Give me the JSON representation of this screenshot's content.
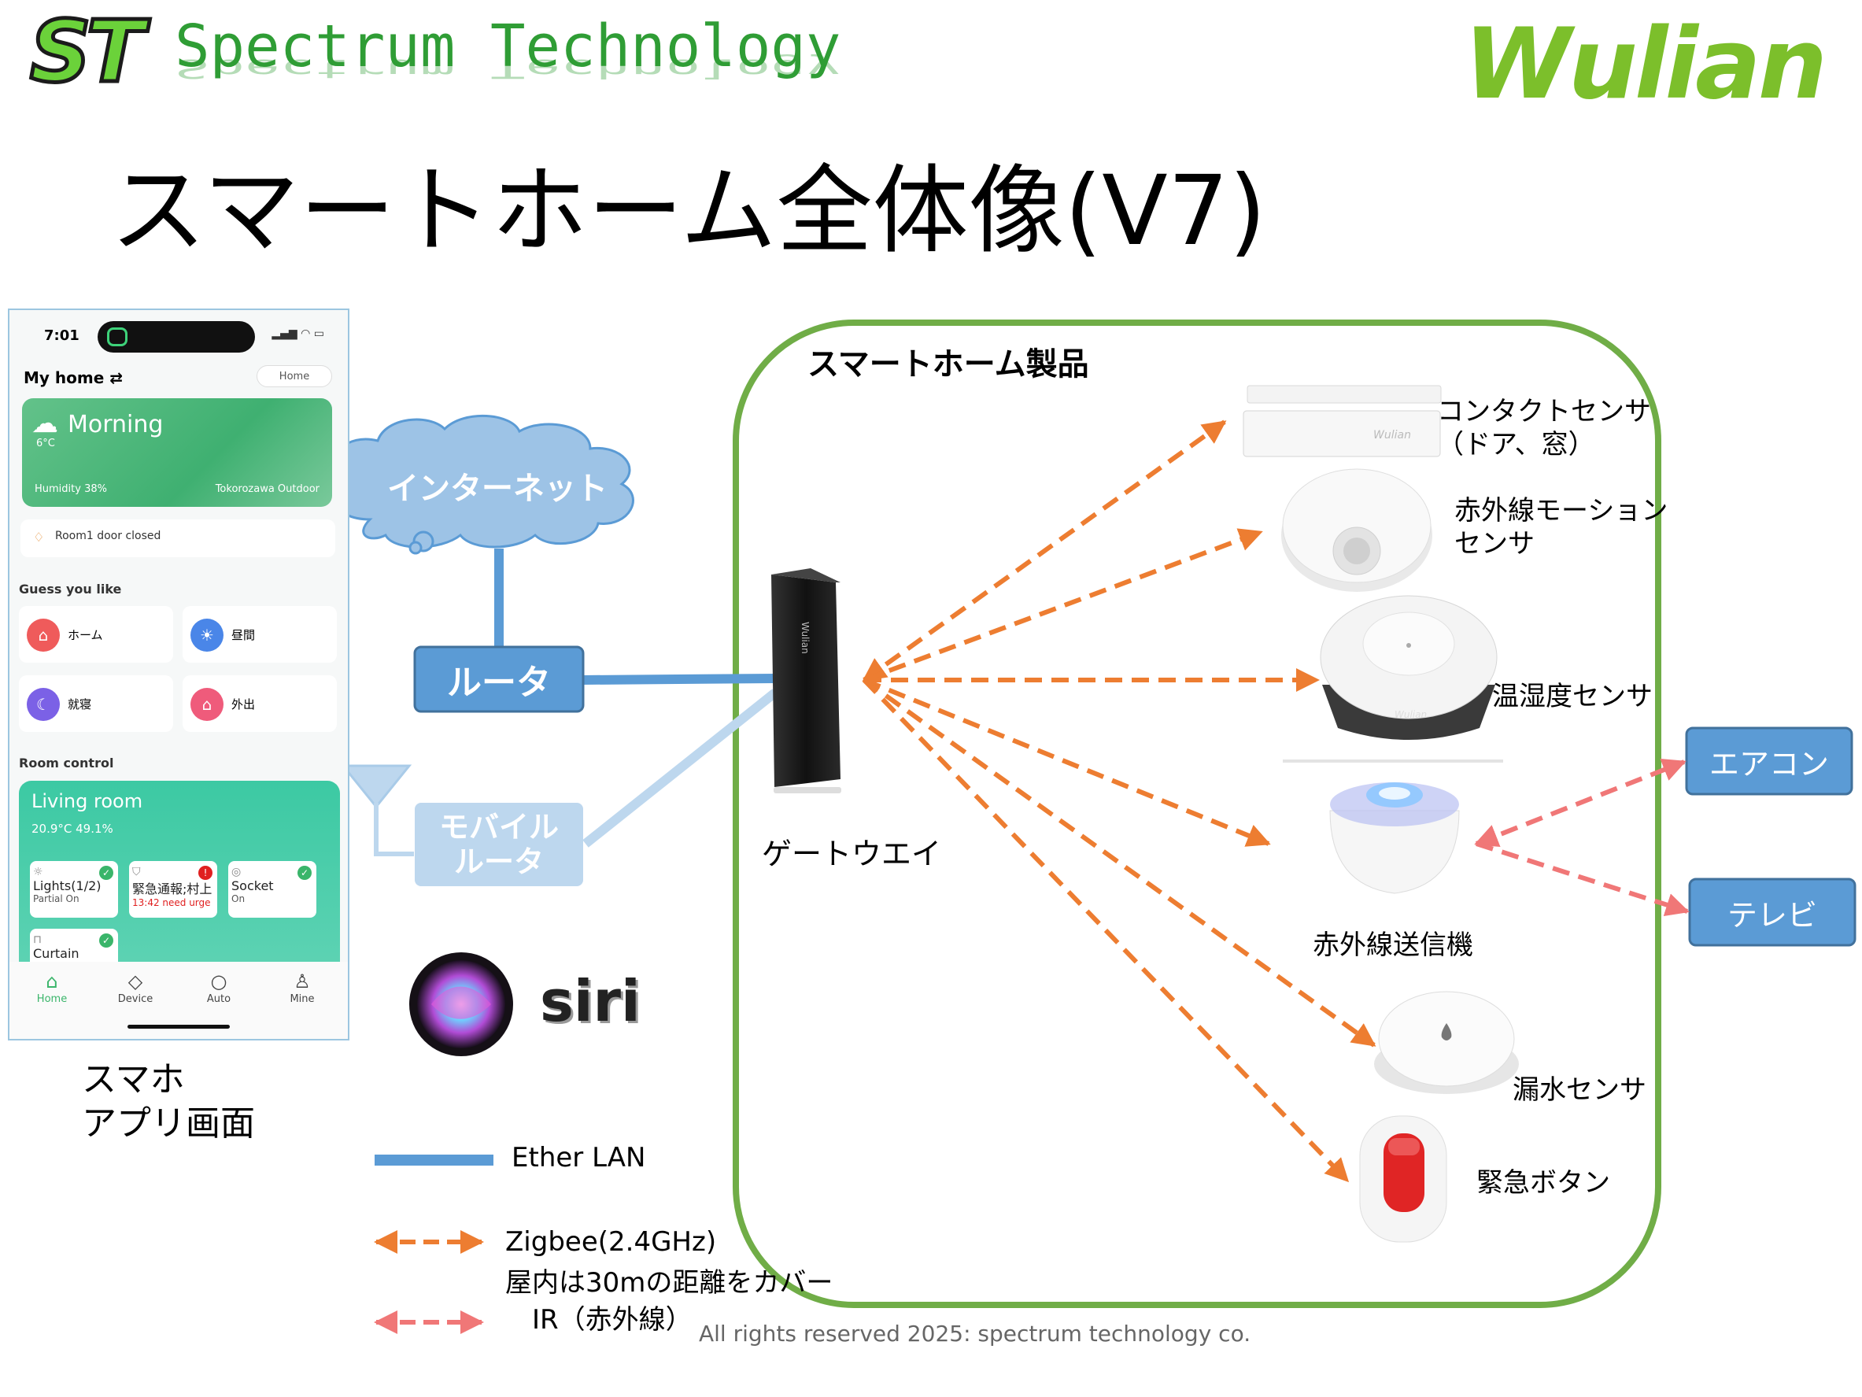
{
  "header": {
    "logo_mark": "ST",
    "company": "Spectrum Technology",
    "partner_logo": "Wulian"
  },
  "title": "スマートホーム全体像(V7)",
  "phone": {
    "time": "7:01",
    "my_home": "My home",
    "home_chip": "Home",
    "weather_title": "Morning",
    "temperature": "6°C",
    "humidity": "Humidity  38%",
    "location": "Tokorozawa   Outdoor",
    "notice": "Room1 door closed",
    "guess_title": "Guess you like",
    "scenes": [
      "ホーム",
      "昼間",
      "就寝",
      "外出"
    ],
    "room_control_title": "Room control",
    "room_name": "Living room",
    "room_stats": "20.9°C     49.1%",
    "devices": [
      {
        "name": "Lights(1/2)",
        "status": "Partial On"
      },
      {
        "name": "緊急通報;村上",
        "status": "13:42 need urge"
      },
      {
        "name": "Socket",
        "status": "On"
      },
      {
        "name": "Curtain",
        "status": ""
      }
    ],
    "tabs": [
      "Home",
      "Device",
      "Auto",
      "Mine"
    ],
    "caption": "スマホ\nアプリ画面"
  },
  "network": {
    "internet": "インターネット",
    "router": "ルータ",
    "mobile_router": "モバイル\nルータ",
    "siri": "siri",
    "gateway": "ゲートウエイ",
    "gateway_brand": "Wulian"
  },
  "products": {
    "title": "スマートホーム製品",
    "items": [
      {
        "name": "コンタクトセンサ\n（ドア、窓）"
      },
      {
        "name": "赤外線モーション\nセンサ"
      },
      {
        "name": "温湿度センサ"
      },
      {
        "name": "赤外線送信機"
      },
      {
        "name": "漏水センサ"
      },
      {
        "name": "緊急ボタン"
      }
    ],
    "ir_targets": [
      "エアコン",
      "テレビ"
    ]
  },
  "legend": {
    "ether": "Ether LAN",
    "zigbee": "Zigbee(2.4GHz)\n屋内は30mの距離をカバー",
    "ir": "IR（赤外線）"
  },
  "copyright": "All rights reserved 2025: spectrum technology co.",
  "colors": {
    "ether": "#5b9bd5",
    "zigbee": "#ed7d31",
    "ir": "#f07777",
    "container": "#70ad47",
    "box": "#5b9bd5"
  }
}
